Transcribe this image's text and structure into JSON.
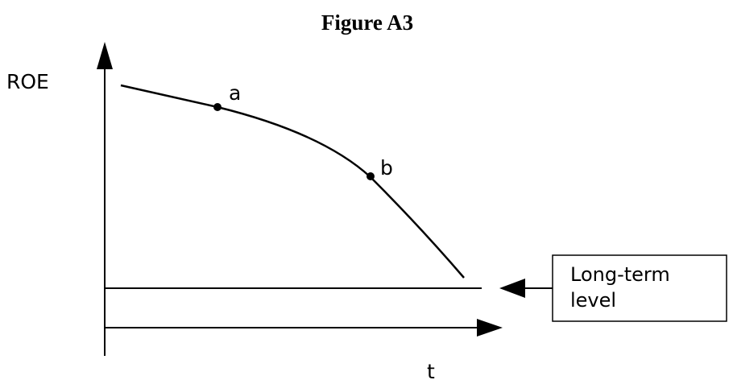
{
  "figure": {
    "title": "Figure A3",
    "y_label": "ROE",
    "x_label": "t",
    "points": [
      {
        "label": "a"
      },
      {
        "label": "b"
      }
    ],
    "box": {
      "line1": "Long-term",
      "line2": "level"
    },
    "colors": {
      "ink": "#000000",
      "background": "#ffffff"
    }
  }
}
